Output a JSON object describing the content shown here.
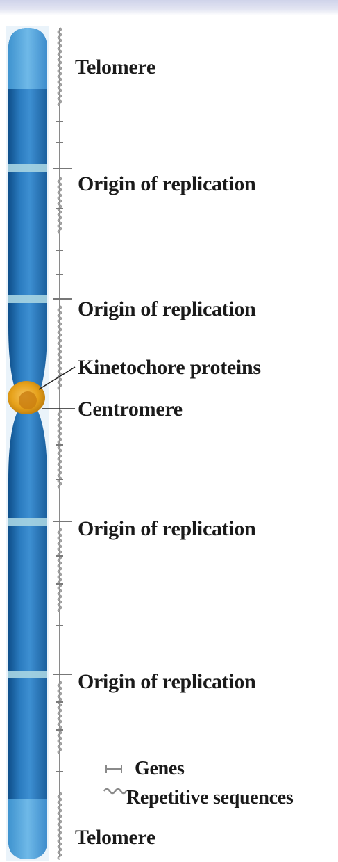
{
  "labels": {
    "telomere_top": "Telomere",
    "origin_1": "Origin of replication",
    "origin_2": "Origin of replication",
    "kinetochore": "Kinetochore proteins",
    "centromere": "Centromere",
    "origin_3": "Origin of replication",
    "origin_4": "Origin of replication",
    "telomere_bottom": "Telomere"
  },
  "legend": {
    "genes": "Genes",
    "repetitive": "Repetitive sequences"
  },
  "colors": {
    "chromatid_dark": "#1f6fb0",
    "chromatid_light": "#5aa8df",
    "chromatid_edge": "#0f4d86",
    "origin_band": "#9fd0df",
    "kinetochore": "#e6a11a",
    "centromere_core": "#c97d10",
    "dna_strand": "#8a8a8a"
  }
}
